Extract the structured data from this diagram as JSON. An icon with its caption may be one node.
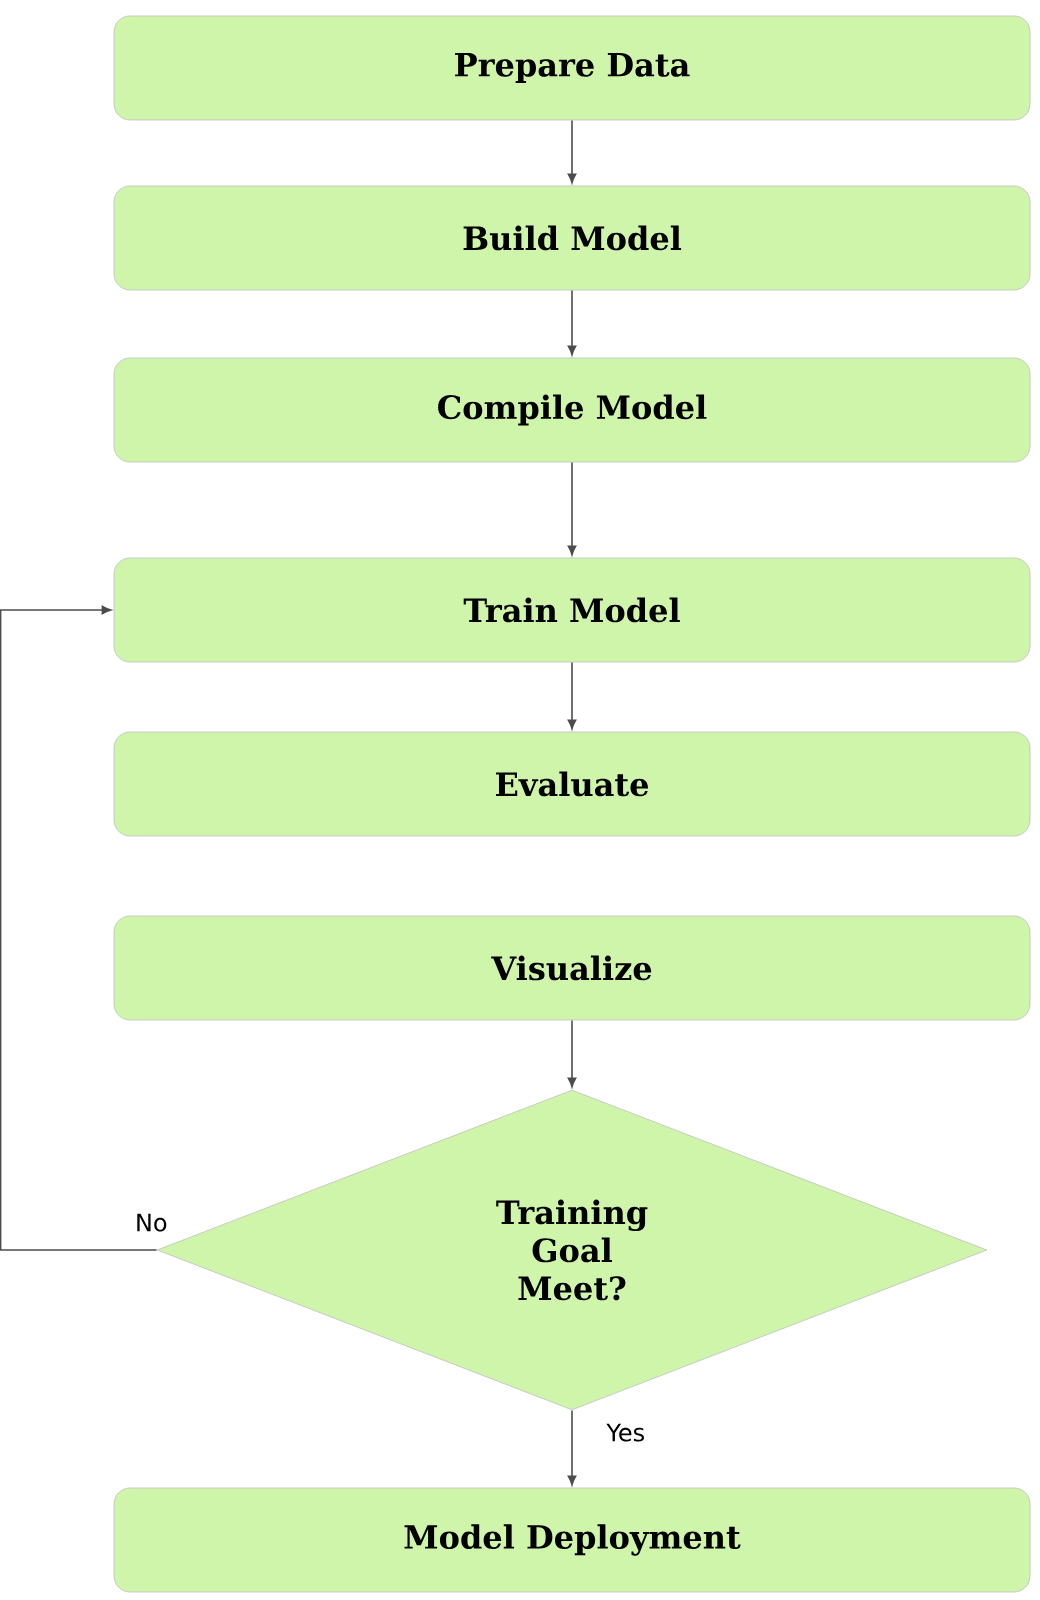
{
  "diagram": {
    "nodes": [
      {
        "text": [
          "Prepare Data"
        ]
      },
      {
        "text": [
          "Build Model"
        ]
      },
      {
        "text": [
          "Compile Model"
        ]
      },
      {
        "text": [
          "Train Model"
        ]
      },
      {
        "text": [
          "Evaluate"
        ]
      },
      {
        "text": [
          "Visualize"
        ]
      },
      {
        "text": [
          "Training Goal Meet?"
        ]
      },
      {
        "text": [
          "Model Deployment"
        ]
      }
    ],
    "edges": [
      {
        "from": 0,
        "to": 1,
        "arrow": "to"
      },
      {
        "from": 1,
        "to": 2,
        "arrow": "to"
      },
      {
        "from": 2,
        "to": 3,
        "arrow": "to"
      },
      {
        "from": 3,
        "to": 4,
        "arrow": "to"
      },
      {
        "from": 5,
        "to": 6,
        "arrow": "to"
      },
      {
        "from": 6,
        "to": 3,
        "arrow": "to",
        "label": "No"
      },
      {
        "from": 6,
        "to": 7,
        "arrow": "to",
        "label": "Yes"
      }
    ]
  }
}
